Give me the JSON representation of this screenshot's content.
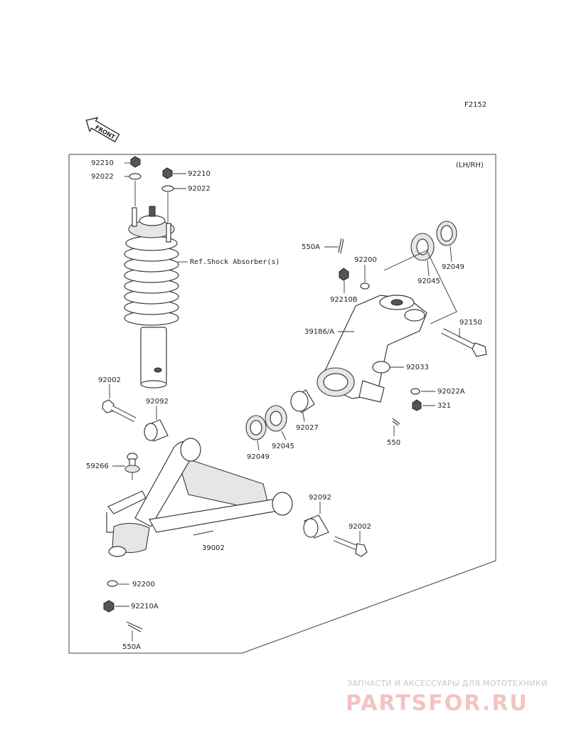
{
  "diagram_code": "F2152",
  "side_note": "(LH/RH)",
  "front_label": "FRONT",
  "ref_note": "Ref.Shock Absorber(s)",
  "parts": {
    "nut_top_left": "92210",
    "washer_top_left": "92022",
    "nut_top_right": "92210",
    "washer_top_right": "92022",
    "cotter_pin_upper": "550A",
    "washer_92200_upper": "92200",
    "nut_92210b": "92210B",
    "knuckle": "39186/A",
    "bearing_right": "92045",
    "seal_right": "92049",
    "bolt_92150": "92150",
    "ring_92033": "92033",
    "washer_92022a": "92022A",
    "nut_321": "321",
    "pin_550": "550",
    "spacer_92027": "92027",
    "bearing_left": "92045",
    "seal_left": "92049",
    "bolt_upper_left": "92002",
    "bushing_upper": "92092",
    "ball_joint": "59266",
    "bushing_lower": "92092",
    "bolt_lower_right": "92002",
    "arm": "39002",
    "washer_92200_lower": "92200",
    "nut_92210a": "92210A",
    "cotter_pin_lower": "550A"
  },
  "watermark": {
    "caption": "ЗАПЧАСТИ И АКСЕССУАРЫ ДЛЯ МОТОТЕХНИКИ",
    "logo_text": "PARTSFOR.RU"
  }
}
